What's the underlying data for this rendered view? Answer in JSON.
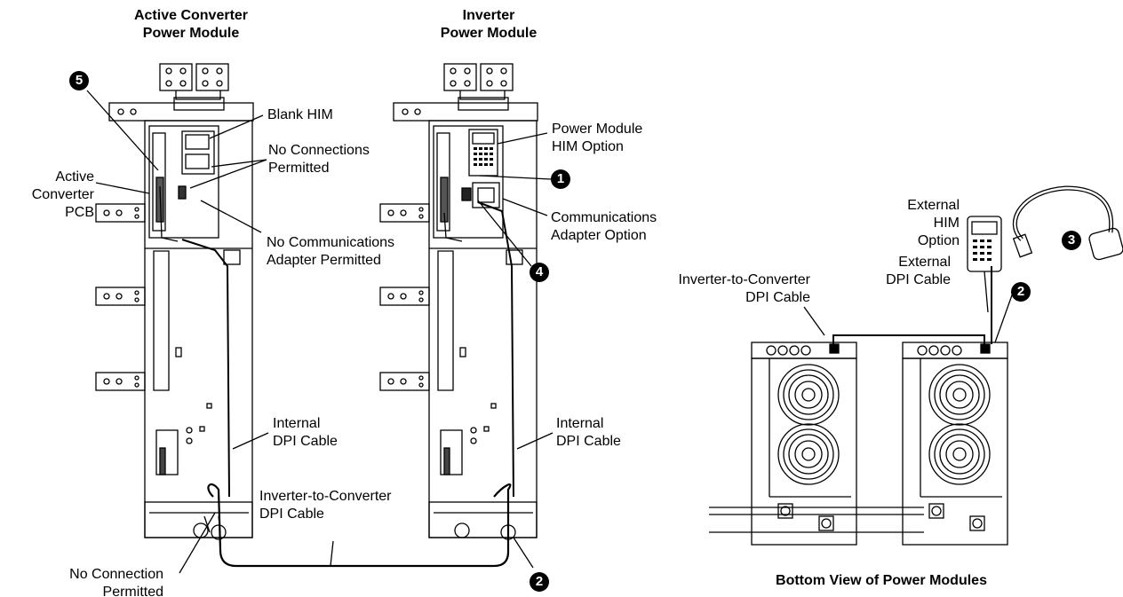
{
  "titles": {
    "active_converter": "Active Converter\nPower Module",
    "inverter": "Inverter\nPower Module",
    "bottom_view": "Bottom View of Power Modules"
  },
  "labels": {
    "blank_him": "Blank HIM",
    "no_connections_permitted": "No Connections\nPermitted",
    "no_comm_adapter": "No Communications\nAdapter Permitted",
    "active_converter_pcb": "Active\nConverter\nPCB",
    "internal_dpi_left": "Internal\nDPI Cable",
    "internal_dpi_right": "Internal\nDPI Cable",
    "inv_to_conv_center": "Inverter-to-Converter\nDPI Cable",
    "no_connection_permitted": "No Connection\nPermitted",
    "power_module_him": "Power Module\nHIM Option",
    "comm_adapter_option": "Communications\nAdapter Option",
    "external_him": "External\nHIM Option",
    "external_dpi": "External\nDPI Cable",
    "inv_to_conv_right": "Inverter-to-Converter\nDPI Cable"
  },
  "callouts": [
    "1",
    "2",
    "2",
    "3",
    "4",
    "5"
  ]
}
